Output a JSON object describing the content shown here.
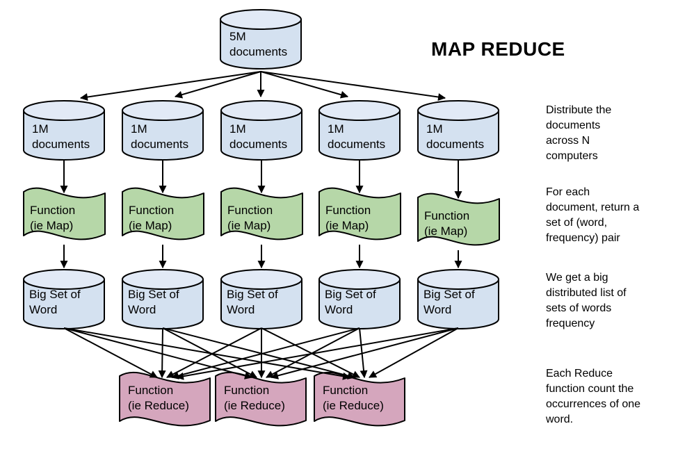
{
  "title": "MAP REDUCE",
  "nodes": {
    "source": {
      "type": "datastore",
      "lines": [
        "5M",
        "documents"
      ]
    },
    "shard": {
      "type": "datastore",
      "count": 5,
      "lines": [
        "1M",
        "documents"
      ]
    },
    "map_fn": {
      "type": "wave",
      "count": 5,
      "lines": [
        "Function",
        "(ie Map)"
      ]
    },
    "word_set": {
      "type": "datastore",
      "count": 5,
      "lines": [
        "Big Set of",
        "Word"
      ]
    },
    "reduce_fn": {
      "type": "wave",
      "count": 3,
      "lines": [
        "Function",
        "(ie Reduce)"
      ]
    }
  },
  "annotations": [
    {
      "text": "Distribute the\ndocuments\nacross N\ncomputers"
    },
    {
      "text": "For each\ndocument, return a\nset of (word,\nfrequency) pair"
    },
    {
      "text": "We get a big\ndistributed list of\nsets of words\nfrequency"
    },
    {
      "text": "Each Reduce\nfunction count the\noccurrences of one\nword."
    }
  ],
  "colors": {
    "background": "#ffffff",
    "datastore_fill": "#d4e1f0",
    "datastore_top": "#e2eaf6",
    "map_fill": "#b6d7a8",
    "reduce_fill": "#d5a6bd",
    "stroke": "#000000"
  }
}
